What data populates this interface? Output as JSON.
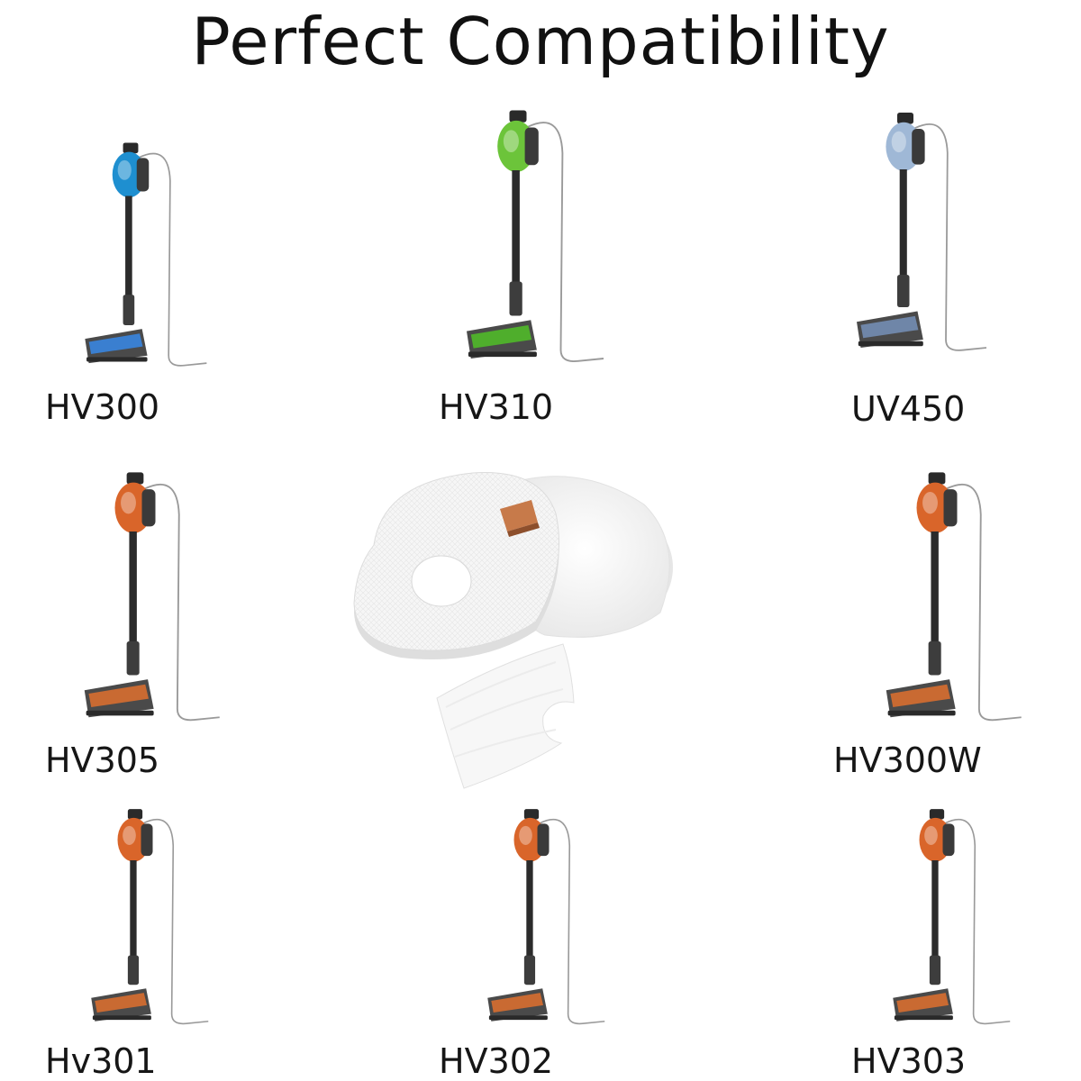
{
  "title": "Perfect Compatibility",
  "models": [
    {
      "label": "HV300",
      "body_color": "#1e8fd0",
      "head_color": "#3a7fd0"
    },
    {
      "label": "HV310",
      "body_color": "#6cc43a",
      "head_color": "#4fae2c"
    },
    {
      "label": "UV450",
      "body_color": "#9fb8d6",
      "head_color": "#6f86a8"
    },
    {
      "label": "HV305",
      "body_color": "#d9652a",
      "head_color": "#c96a32"
    },
    {
      "label": "HV300W",
      "body_color": "#d9652a",
      "head_color": "#c96a32"
    },
    {
      "label": "Hv301",
      "body_color": "#d9652a",
      "head_color": "#c96a32"
    },
    {
      "label": "HV302",
      "body_color": "#d9652a",
      "head_color": "#c96a32"
    },
    {
      "label": "HV303",
      "body_color": "#d9652a",
      "head_color": "#c96a32"
    }
  ],
  "filter_set": {
    "foam_color": "#f4f4f4",
    "tab_color": "#c77a4a",
    "felt_color": "#f7f7f7"
  }
}
